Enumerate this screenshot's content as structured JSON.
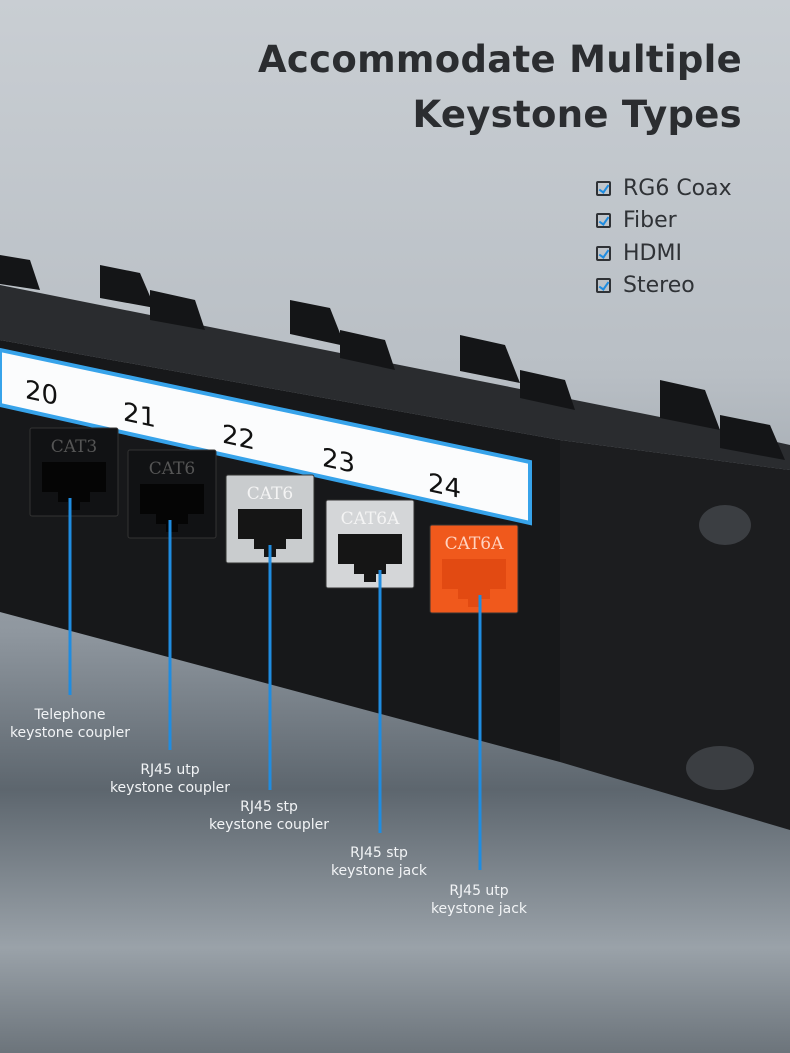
{
  "title": {
    "line1": "Accommodate Multiple",
    "line2": "Keystone Types"
  },
  "features": [
    {
      "label": "RG6 Coax",
      "checked": true
    },
    {
      "label": "Fiber",
      "checked": true
    },
    {
      "label": "HDMI",
      "checked": true
    },
    {
      "label": "Stereo",
      "checked": true
    }
  ],
  "ports": [
    {
      "number": "20",
      "keystone": "CAT3",
      "color": "#111214"
    },
    {
      "number": "21",
      "keystone": "CAT6",
      "color": "#111214"
    },
    {
      "number": "22",
      "keystone": "CAT6",
      "color": "#c9ccce"
    },
    {
      "number": "23",
      "keystone": "CAT6A",
      "color": "#d4d6d8"
    },
    {
      "number": "24",
      "keystone": "CAT6A",
      "color": "#f0591c"
    }
  ],
  "callouts": [
    {
      "line1": "Telephone",
      "line2": "keystone coupler"
    },
    {
      "line1": "RJ45 utp",
      "line2": "keystone coupler"
    },
    {
      "line1": "RJ45 stp",
      "line2": "keystone coupler"
    },
    {
      "line1": "RJ45 stp",
      "line2": "keystone jack"
    },
    {
      "line1": "RJ45 utp",
      "line2": "keystone jack"
    }
  ],
  "colors": {
    "accent": "#1f8ce0",
    "panel": "#17181a",
    "title": "#2b2d30"
  }
}
